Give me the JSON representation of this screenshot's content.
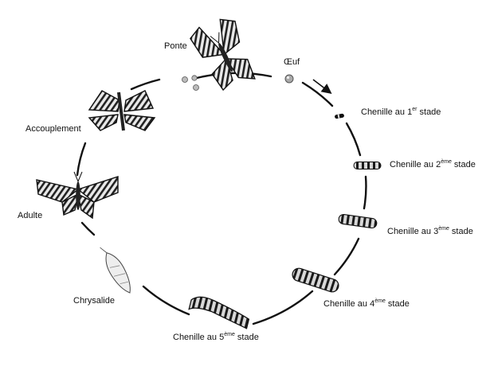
{
  "diagram": {
    "type": "life-cycle",
    "stages": [
      {
        "id": "ponte",
        "label": "Ponte",
        "icon": "butterfly-laying-eggs-icon"
      },
      {
        "id": "oeuf",
        "label": "Œuf",
        "icon": "egg-icon"
      },
      {
        "id": "chenille1",
        "label": "Chenille au 1",
        "sup": "er",
        "suffix": " stade",
        "icon": "caterpillar-stage-1-icon"
      },
      {
        "id": "chenille2",
        "label": "Chenille au 2",
        "sup": "ème",
        "suffix": " stade",
        "icon": "caterpillar-stage-2-icon"
      },
      {
        "id": "chenille3",
        "label": "Chenille au 3",
        "sup": "ème",
        "suffix": " stade",
        "icon": "caterpillar-stage-3-icon"
      },
      {
        "id": "chenille4",
        "label": "Chenille au 4",
        "sup": "ème",
        "suffix": " stade",
        "icon": "caterpillar-stage-4-icon"
      },
      {
        "id": "chenille5",
        "label": "Chenille au 5",
        "sup": "ème",
        "suffix": " stade",
        "icon": "caterpillar-stage-5-icon"
      },
      {
        "id": "chrysalide",
        "label": "Chrysalide",
        "icon": "chrysalis-icon"
      },
      {
        "id": "adulte",
        "label": "Adulte",
        "icon": "butterfly-icon"
      },
      {
        "id": "accouplement",
        "label": "Accouplement",
        "icon": "mating-butterflies-icon"
      }
    ],
    "direction": "clockwise"
  },
  "colors": {
    "line": "#111111",
    "text": "#111111",
    "background": "#ffffff"
  }
}
